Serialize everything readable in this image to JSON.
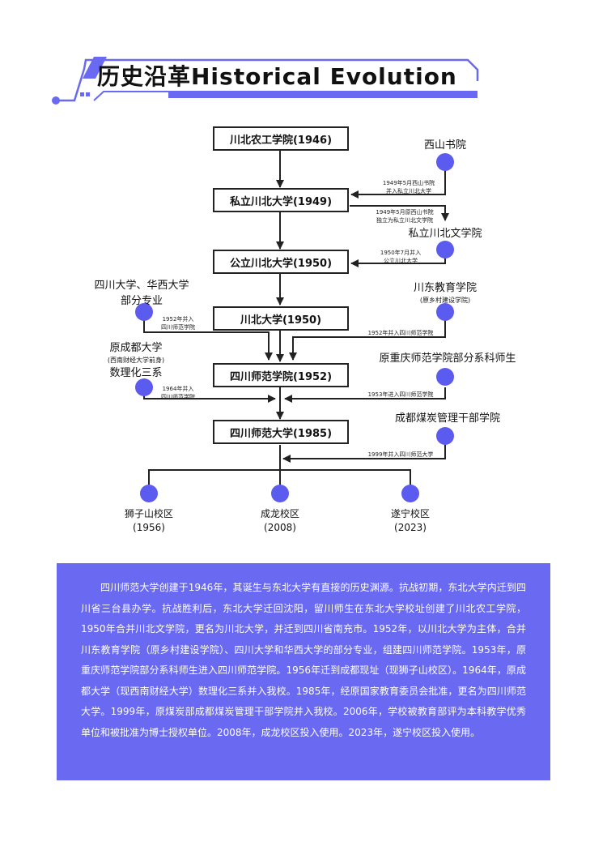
{
  "header": {
    "title": "历史沿革Historical Evolution"
  },
  "colors": {
    "accent": "#6969f2",
    "node_fill": "#5b5bf0",
    "line": "#222222"
  },
  "boxes": [
    {
      "id": "chuanbei_agri",
      "label": "川北农工学院(1946)"
    },
    {
      "id": "private_chuanbei",
      "label": "私立川北大学(1949)"
    },
    {
      "id": "public_chuanbei",
      "label": "公立川北大学(1950)"
    },
    {
      "id": "chuanbei_univ",
      "label": "川北大学(1950)"
    },
    {
      "id": "sichuan_teachers_college",
      "label": "四川师范学院(1952)"
    },
    {
      "id": "sichuan_normal_univ",
      "label": "四川师范大学(1985)"
    }
  ],
  "side_nodes": {
    "xishan": "西山书院",
    "private_chuanbei_arts": "私立川北文学院",
    "sichuan_huaxi_line1": "四川大学、华西大学",
    "sichuan_huaxi_line2": "部分专业",
    "chuandong_name": "川东教育学院",
    "chuandong_sub": "(原乡村建设学院)",
    "chengdu_univ_line1": "原成都大学",
    "chengdu_univ_sub": "(西南财经大学前身)",
    "chengdu_univ_line2": "数理化三系",
    "chongqing": "原重庆师范学院部分系科师生",
    "coal": "成都煤炭管理干部学院"
  },
  "notes": {
    "n1949a_l1": "1949年5月西山书院",
    "n1949a_l2": "并入私立川北大学",
    "n1949b_l1": "1949年5月原西山书院",
    "n1949b_l2": "独立为私立川北文学院",
    "n1950_l1": "1950年7月并入",
    "n1950_l2": "公立川北大学",
    "n1952l_l1": "1952年并入",
    "n1952l_l2": "四川师范学院",
    "n1952r": "1952年并入四川师范学院",
    "n1964_l1": "1964年并入",
    "n1964_l2": "四川师范学院",
    "n1953": "1953年进入四川师范学院",
    "n1999": "1999年并入四川师范大学"
  },
  "campuses": [
    {
      "name": "狮子山校区",
      "year": "(1956)"
    },
    {
      "name": "成龙校区",
      "year": "(2008)"
    },
    {
      "name": "遂宁校区",
      "year": "(2023)"
    }
  ],
  "description": "四川师范大学创建于1946年，其诞生与东北大学有直接的历史渊源。抗战初期，东北大学内迁到四川省三台县办学。抗战胜利后，东北大学迁回沈阳，留川师生在东北大学校址创建了川北农工学院，1950年合并川北文学院，更名为川北大学，并迁到四川省南充市。1952年，以川北大学为主体，合并川东教育学院（原乡村建设学院）、四川大学和华西大学的部分专业，组建四川师范学院。1953年，原重庆师范学院部分系科师生进入四川师范学院。1956年迁到成都现址（现狮子山校区）。1964年，原成都大学（现西南财经大学）数理化三系并入我校。1985年，经原国家教育委员会批准，更名为四川师范大学。1999年，原煤炭部成都煤炭管理干部学院并入我校。2006年，学校被教育部评为本科教学优秀单位和被批准为博士授权单位。2008年，成龙校区投入使用。2023年，遂宁校区投入使用。"
}
